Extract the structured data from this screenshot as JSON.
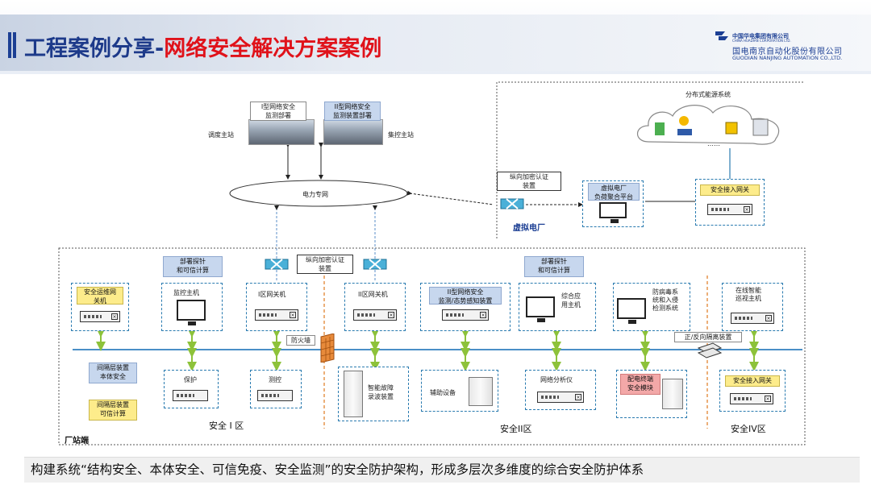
{
  "header": {
    "title_part1": "工程案例分享-",
    "title_part2": "网络安全解决方案案例",
    "logo_top": "中国华电集团有限公司",
    "logo_top_en": "CHINA HUADIAN CORPORATION LTD.",
    "logo_cn": "国电南京自动化股份有限公司",
    "logo_en": "GUODIAN NANJING AUTOMATION CO.,LTD."
  },
  "top": {
    "dispatch_station": "调度主站",
    "control_station": "集控主站",
    "monitor_deploy_1": "I型网络安全\n监测部署",
    "monitor_deploy_2": "II型网络安全\n监测装置部署",
    "power_network": "电力专网",
    "vertical_encrypt_top": "纵向加密认证\n装置",
    "vpp_label": "虚拟电厂",
    "vpp_platform": "虚拟电厂\n负荷聚合平台",
    "distributed_energy": "分布式能源系统",
    "dots": "……",
    "secure_access_top": "安全接入网关"
  },
  "site": {
    "deploy_probe_left": "部署探针\n和可信计算",
    "deploy_probe_right": "部署探针\n和可信计算",
    "vertical_encrypt": "纵向加密认证\n装置",
    "security_ops_gateway": "安全运维网\n关机",
    "monitor_host": "监控主机",
    "zone1_gateway": "I区网关机",
    "zone2_gateway": "II区网关机",
    "ii_monitor_device": "II型网络安全\n监测/态势感知装置",
    "comprehensive_host": "综合应\n用主机",
    "antivirus": "防病毒系\n统和入侵\n检测系统",
    "inspection_host": "在线智能\n巡视主机",
    "firewall": "防火墙",
    "reverse_isolation": "正/反向隔离装置",
    "bay_security": "间隔层装置\n本体安全",
    "bay_trusted": "间隔层装置\n可信计算",
    "protection": "保护",
    "measure_control": "测控",
    "fault_recorder": "智能故障\n录波装置",
    "aux_device": "辅助设备",
    "network_analyzer": "网络分析仪",
    "distribution_terminal": "配电终端\n安全模块",
    "secure_access_bottom": "安全接入网关",
    "zone_i": "安全 I 区",
    "zone_ii": "安全II区",
    "zone_iv": "安全IV区",
    "station_end": "厂站端"
  },
  "caption": "构建系统“结构安全、本体安全、可信免疫、安全监测”的安全防护架构，形成多层次多维度的综合安全防护体系",
  "colors": {
    "title_blue": "#1d3a8a",
    "title_red": "#e0121a",
    "dashed_border": "#2a7bb0",
    "bus_line": "#4a8fc7",
    "arrow_green": "#8dc23a",
    "label_blue_bg": "#c7d7ee",
    "label_yellow_bg": "#fdec8b",
    "label_pink_bg": "#f3a8a8",
    "zone_divider": "#e07a20"
  }
}
